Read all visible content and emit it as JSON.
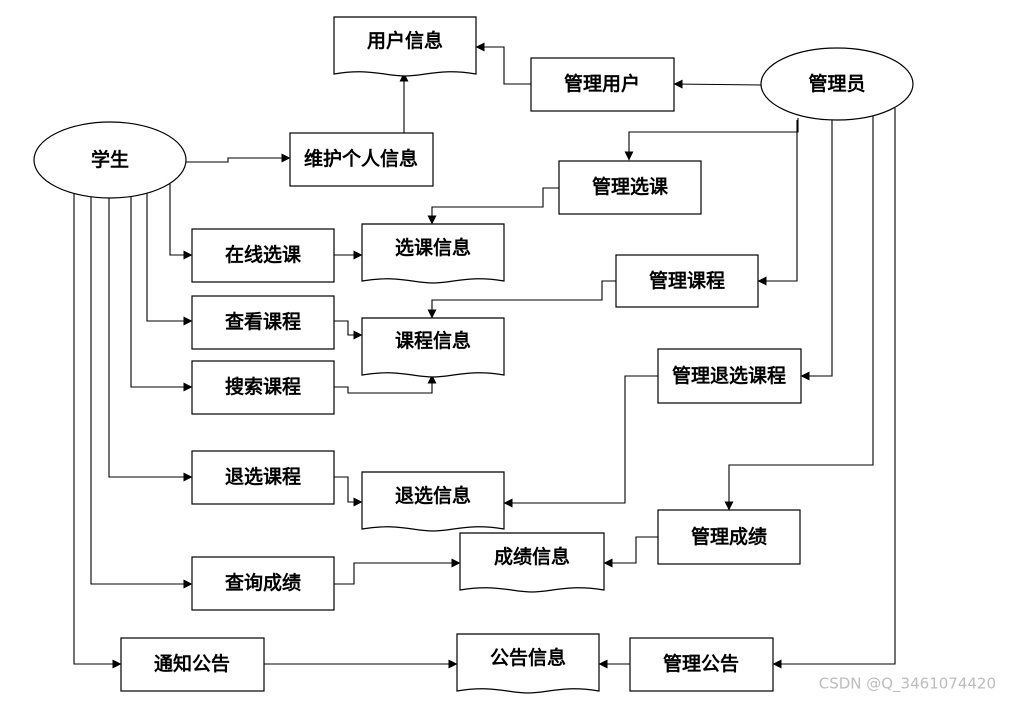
{
  "entities": {
    "student": "学生",
    "admin": "管理员"
  },
  "processes": {
    "maintain_profile": "维护个人信息",
    "online_select": "在线选课",
    "view_course": "查看课程",
    "search_course": "搜索课程",
    "drop_course": "退选课程",
    "query_grade": "查询成绩",
    "notice": "通知公告",
    "manage_user": "管理用户",
    "manage_selection": "管理选课",
    "manage_course": "管理课程",
    "manage_drop": "管理退选课程",
    "manage_grade": "管理成绩",
    "manage_notice": "管理公告"
  },
  "stores": {
    "user_info": "用户信息",
    "selection_info": "选课信息",
    "course_info": "课程信息",
    "drop_info": "退选信息",
    "grade_info": "成绩信息",
    "notice_info": "公告信息"
  },
  "watermark": "CSDN @Q_3461074420"
}
